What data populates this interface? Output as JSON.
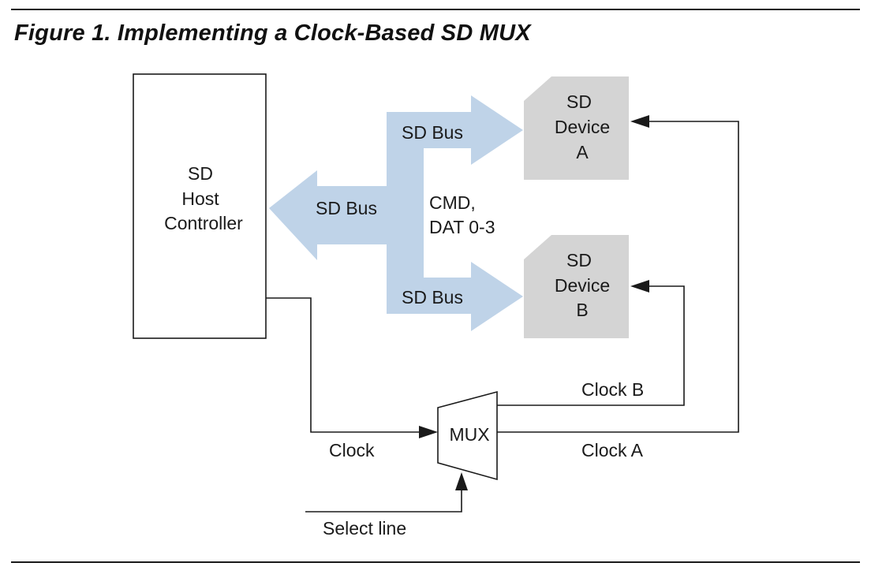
{
  "figure": {
    "title": "Figure 1. Implementing a Clock-Based SD MUX"
  },
  "host": {
    "line1": "SD",
    "line2": "Host",
    "line3": "Controller"
  },
  "buses": {
    "host_bus_label": "SD Bus",
    "device_a_bus_label": "SD Bus",
    "device_b_bus_label": "SD Bus",
    "signals_line1": "CMD,",
    "signals_line2": "DAT 0-3"
  },
  "device_a": {
    "line1": "SD",
    "line2": "Device",
    "line3": "A"
  },
  "device_b": {
    "line1": "SD",
    "line2": "Device",
    "line3": "B"
  },
  "mux": {
    "label": "MUX"
  },
  "signals": {
    "clock": "Clock",
    "clock_a": "Clock A",
    "clock_b": "Clock B",
    "select_line": "Select line"
  },
  "colors": {
    "bus_fill": "#bfd3e8",
    "device_fill": "#d4d4d4",
    "line": "#1a1a1a"
  }
}
